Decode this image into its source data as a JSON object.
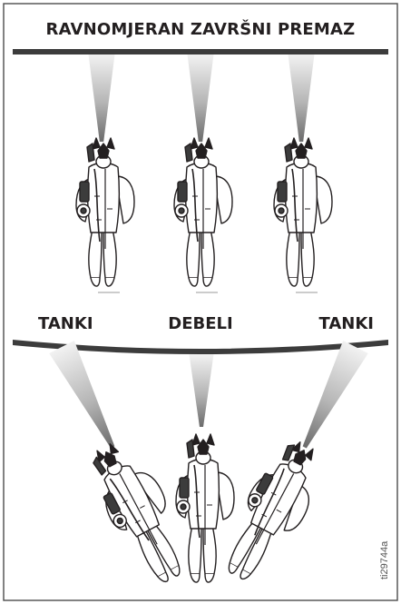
{
  "title": "RAVNOMJERAN ZAVRŠNI PREMAZ",
  "labels": {
    "left": "TANKI",
    "center": "DEBELI",
    "right": "TANKI"
  },
  "part_number": "ti29744a",
  "colors": {
    "frame": "#4d4d4d",
    "bar": "#3c3c3c",
    "spray_dark": "#6b6b6b",
    "spray_light": "#f2f2f2",
    "figure_stroke": "#231f20"
  }
}
